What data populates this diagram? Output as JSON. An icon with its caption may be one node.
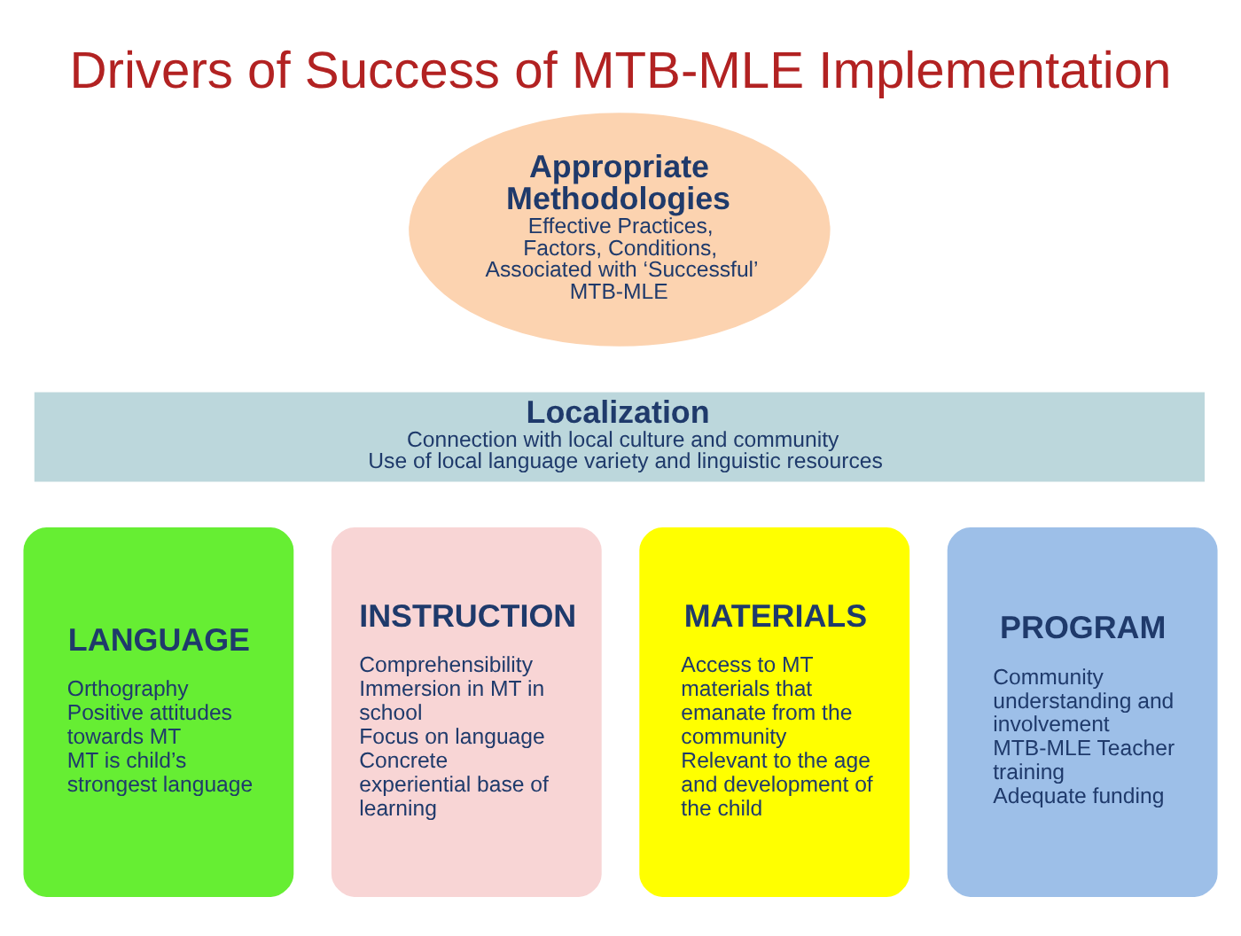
{
  "diagram": {
    "title": "Drivers of Success of MTB-MLE Implementation",
    "nodes": [
      {
        "text": [
          "Appropriate Methodologies",
          "Effective Practices, Factors, Conditions, Associated with ‘Successful’ MTB-MLE"
        ]
      },
      {
        "text": [
          "Localization",
          "Connection with local culture and community",
          "Use of local language variety and linguistic resources"
        ]
      },
      {
        "text": [
          "LANGUAGE",
          "Orthography",
          "Positive attitudes towards MT",
          "MT is child’s strongest language"
        ]
      },
      {
        "text": [
          "INSTRUCTION",
          "Comprehensibility",
          "Immersion in MT in school",
          "Focus on language",
          "Concrete experiential base of learning"
        ]
      },
      {
        "text": [
          "MATERIALS",
          "Access to MT materials that emanate from the community",
          "Relevant to the age and development of the child"
        ]
      },
      {
        "text": [
          "PROGRAM",
          "Community understanding and involvement",
          "MTB-MLE Teacher training",
          "Adequate funding"
        ]
      }
    ],
    "edges": []
  }
}
